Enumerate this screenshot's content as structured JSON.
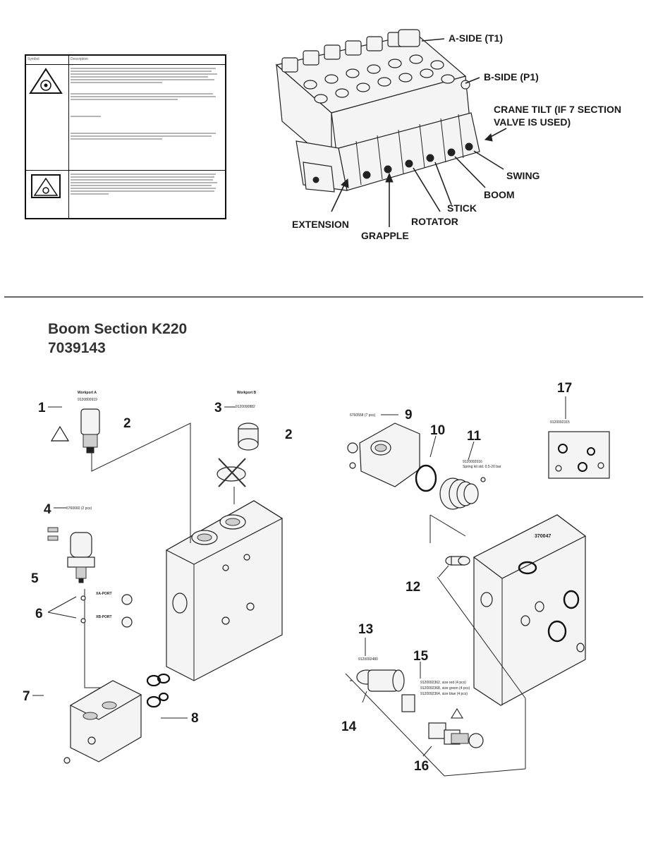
{
  "symbol_table": {
    "col_symbol": "Symbol",
    "col_description": "Description"
  },
  "valve_callouts": {
    "a_side": "A-SIDE (T1)",
    "b_side": "B-SIDE (P1)",
    "crane_tilt_1": "CRANE TILT (IF 7 SECTION",
    "crane_tilt_2": "VALVE IS USED)",
    "swing": "SWING",
    "boom": "BOOM",
    "stick": "STICK",
    "rotator": "ROTATOR",
    "extension": "EXTENSION",
    "grapple": "GRAPPLE"
  },
  "section": {
    "title": "Boom Section K220",
    "number": "7039143"
  },
  "workports": {
    "a": "Workport A",
    "b": "Workport B"
  },
  "callout_numbers": [
    "1",
    "2",
    "3",
    "2",
    "4",
    "5",
    "6",
    "7",
    "8",
    "9",
    "10",
    "11",
    "12",
    "13",
    "14",
    "15",
    "16",
    "17"
  ],
  "part_labels": {
    "p1": "9120800919",
    "p3": "9120090882",
    "p4": "6760660 (2 pcs)",
    "p6a": "XA-PORT",
    "p6b": "XB-PORT",
    "p9": "6760558 (7 pcs)",
    "p11a": "9120092016",
    "p11b": "Spring kit std. 0.5-20 bar",
    "p13": "9120092480",
    "p15a": "9120092362, size red (4 pcs)",
    "p15b": "9120092368, size green (4 pcs)",
    "p15c": "9120092364, size blue (4 pcs)",
    "p17": "9120092315",
    "valve_stamp": "370047"
  }
}
